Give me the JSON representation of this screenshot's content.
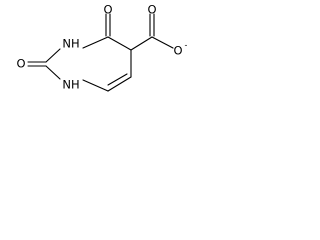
{
  "molecule": {
    "atom_labels": {
      "o_top": "O",
      "o_left": "O",
      "nh_top": "NH",
      "nh_bottom": "NH",
      "o_carboxyl": "O",
      "o_carboxylate": "O",
      "charge": "-"
    }
  }
}
